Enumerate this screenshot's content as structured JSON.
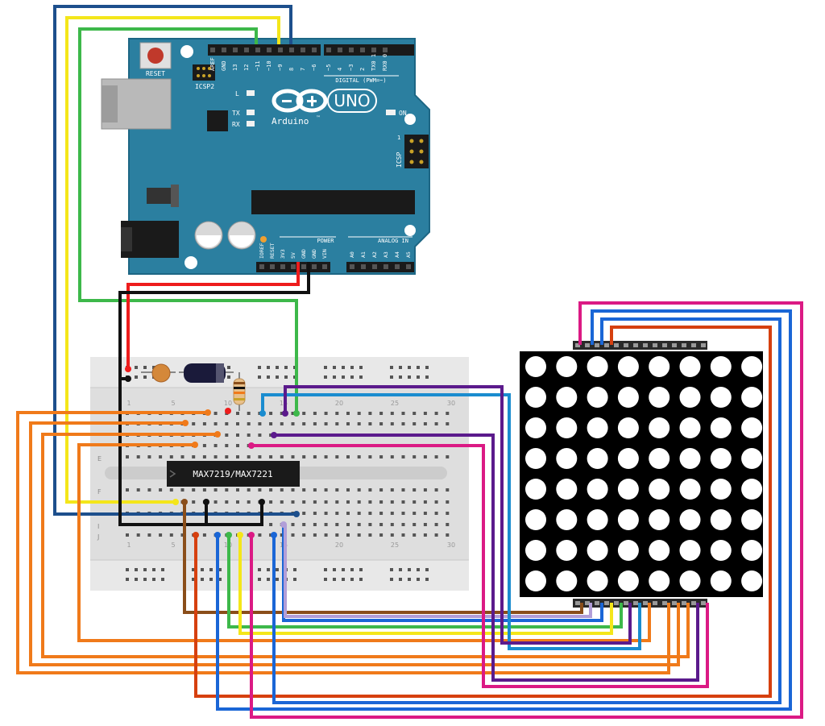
{
  "arduino": {
    "reset": "RESET",
    "icsp2": "ICSP2",
    "icsp": "ICSP",
    "brand": "Arduino",
    "tm": "™",
    "model": "UNO",
    "on": "ON",
    "led_l": "L",
    "led_tx": "TX",
    "led_rx": "RX",
    "digital_label": "DIGITAL (PWM=~)",
    "power_label": "POWER",
    "analog_label": "ANALOG IN",
    "icsp_num": "1",
    "digital_pins": [
      "AREF",
      "GND",
      "13",
      "12",
      "~11",
      "~10",
      "~9",
      "8",
      "7",
      "~6",
      "~5",
      "4",
      "~3",
      "2",
      "TX0 1",
      "RX0 0"
    ],
    "power_pins": [
      "IOREF",
      "RESET",
      "3V3",
      "5V",
      "GND",
      "GND",
      "VIN"
    ],
    "analog_pins": [
      "A0",
      "A1",
      "A2",
      "A3",
      "A4",
      "A5"
    ]
  },
  "breadboard": {
    "row_letters": [
      "E",
      "F",
      "I",
      "J"
    ],
    "col_numbers": [
      "1",
      "5",
      "10",
      "15",
      "20",
      "25",
      "30"
    ]
  },
  "chip": {
    "label": "MAX7219/MAX7221"
  },
  "matrix": {
    "rows": 8,
    "cols": 8
  },
  "colors": {
    "board": "#2b7fa0",
    "board_dark": "#1d6684",
    "wire_red": "#ee1c1c",
    "wire_black": "#111111",
    "wire_green": "#3db84a",
    "wire_yellow": "#f4e61a",
    "wire_navy": "#1d4f8c",
    "wire_orange": "#f07a1a",
    "wire_blue": "#1a66d6",
    "wire_purple": "#5b1a8c",
    "wire_magenta": "#db1a84",
    "wire_brown": "#8a4e1a",
    "wire_lavender": "#b29ed8",
    "wire_cyan": "#1a8ccf",
    "wire_redorange": "#d6400f"
  }
}
